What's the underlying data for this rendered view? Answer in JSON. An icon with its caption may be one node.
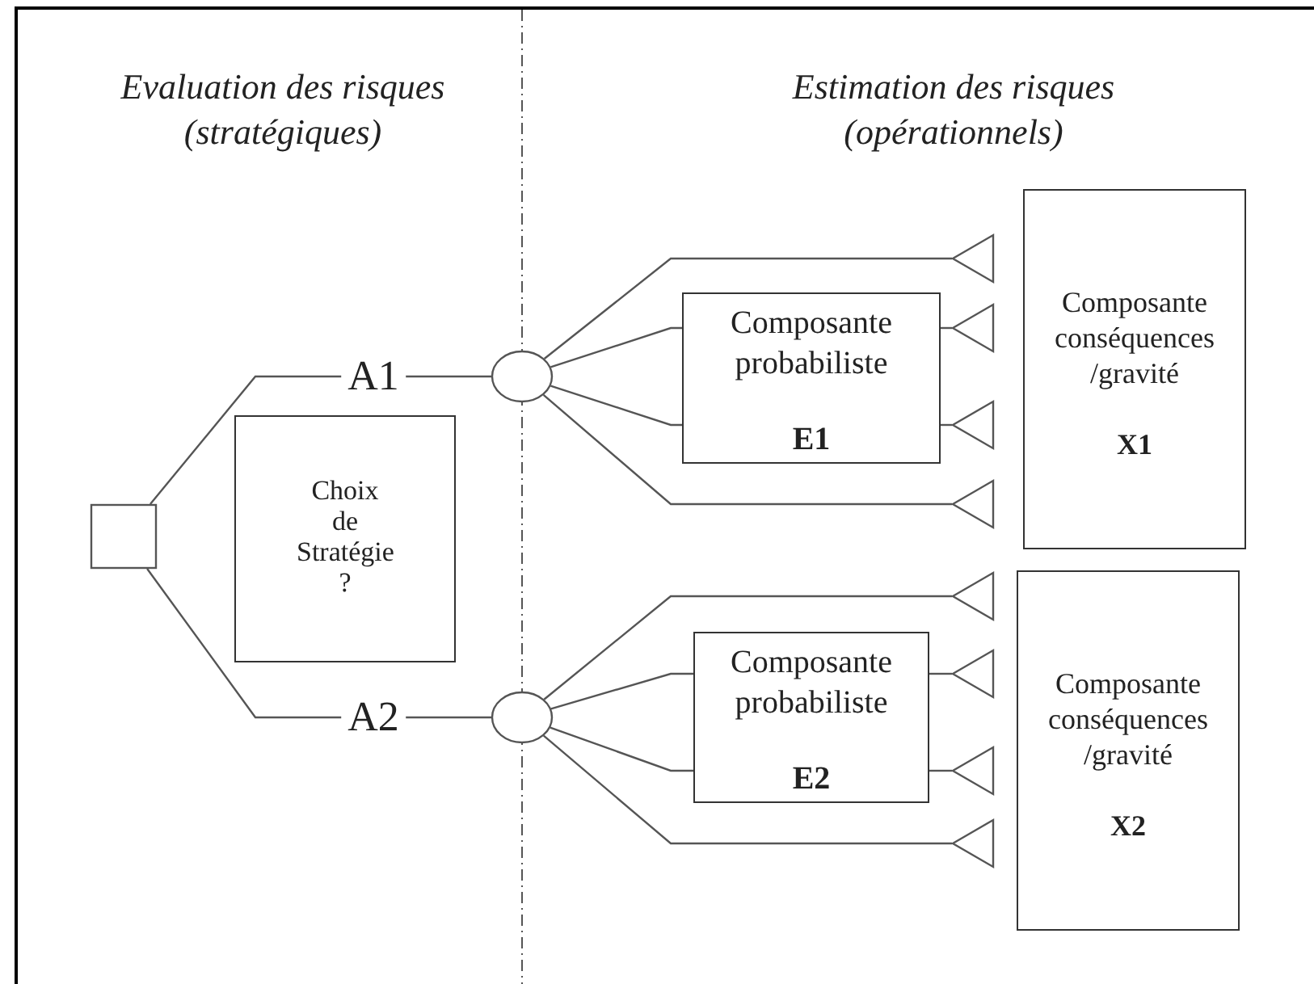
{
  "diagram": {
    "nodes": [
      {
        "text": [],
        "shape": "box"
      },
      {
        "text": [
          "Choix de Stratégie ?"
        ]
      },
      {
        "text": [],
        "shape": "circle"
      },
      {
        "text": [],
        "shape": "circle"
      },
      {
        "text": [
          "Composante probabiliste",
          "E1"
        ]
      },
      {
        "text": [
          "Composante conséquences /gravité",
          "X1"
        ]
      },
      {
        "text": [],
        "shape": "triangle"
      },
      {
        "text": [],
        "shape": "triangle"
      },
      {
        "text": [],
        "shape": "triangle"
      },
      {
        "text": [],
        "shape": "triangle"
      },
      {
        "text": [
          "Composante probabiliste",
          "E2"
        ]
      },
      {
        "text": [
          "Composante conséquences /gravité",
          "X2"
        ]
      },
      {
        "text": [],
        "shape": "triangle"
      },
      {
        "text": [],
        "shape": "triangle"
      },
      {
        "text": [],
        "shape": "triangle"
      },
      {
        "text": [],
        "shape": "triangle"
      }
    ],
    "edges": [
      {
        "from": 0,
        "to": 2,
        "arrow": "none",
        "label": "A1"
      },
      {
        "from": 0,
        "to": 3,
        "arrow": "none",
        "label": "A2"
      },
      {
        "from": 2,
        "to": 6,
        "arrow": "none"
      },
      {
        "from": 2,
        "to": 4,
        "arrow": "none"
      },
      {
        "from": 2,
        "to": 4,
        "arrow": "none"
      },
      {
        "from": 2,
        "to": 9,
        "arrow": "none"
      },
      {
        "from": 4,
        "to": 7,
        "arrow": "none"
      },
      {
        "from": 4,
        "to": 8,
        "arrow": "none"
      },
      {
        "from": 3,
        "to": 12,
        "arrow": "none"
      },
      {
        "from": 3,
        "to": 10,
        "arrow": "none"
      },
      {
        "from": 3,
        "to": 10,
        "arrow": "none"
      },
      {
        "from": 3,
        "to": 15,
        "arrow": "none"
      },
      {
        "from": 10,
        "to": 13,
        "arrow": "none"
      },
      {
        "from": 10,
        "to": 14,
        "arrow": "none"
      }
    ],
    "labels": [
      "Evaluation des risques (stratégiques)",
      "Estimation des risques (opérationnels)"
    ]
  }
}
